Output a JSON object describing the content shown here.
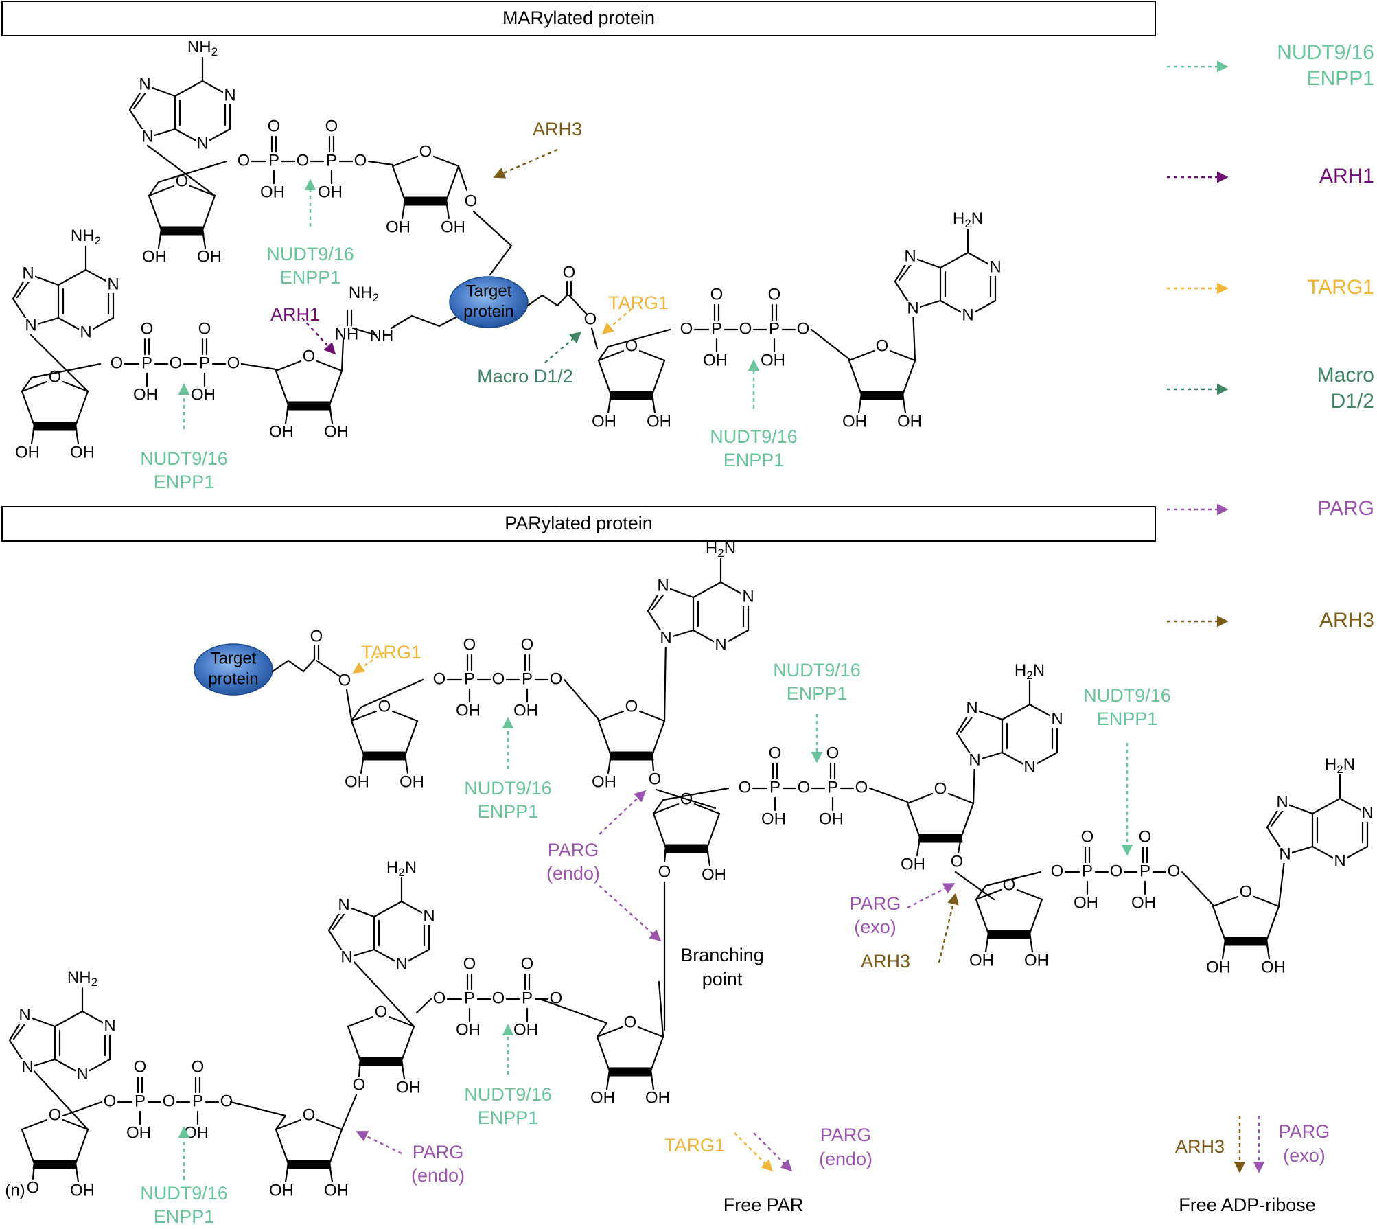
{
  "headers": {
    "mar": "MARylated protein",
    "par": "PARylated protein"
  },
  "colors": {
    "nudt": "#6ac49a",
    "arh1": "#6d0f73",
    "targ1": "#f0b53a",
    "macro": "#3f8563",
    "parg": "#9b54ad",
    "arh3": "#7a5a14",
    "protein": "#3f74c2"
  },
  "protein_label": [
    "Target",
    "protein"
  ],
  "enzymes": {
    "nudt": [
      "NUDT9/16",
      "ENPP1"
    ],
    "arh1": "ARH1",
    "arh3": "ARH3",
    "targ1": "TARG1",
    "macro": "Macro D1/2",
    "parg_endo": [
      "PARG",
      "(endo)"
    ],
    "parg_exo": [
      "PARG",
      "(exo)"
    ]
  },
  "legend": [
    {
      "key": "nudt",
      "lines": [
        "NUDT9/16",
        "ENPP1"
      ]
    },
    {
      "key": "arh1",
      "lines": [
        "ARH1"
      ]
    },
    {
      "key": "targ1",
      "lines": [
        "TARG1"
      ]
    },
    {
      "key": "macro",
      "lines": [
        "Macro",
        "D1/2"
      ]
    },
    {
      "key": "parg",
      "lines": [
        "PARG"
      ]
    },
    {
      "key": "arh3",
      "lines": [
        "ARH3"
      ]
    }
  ],
  "annotations": {
    "branching": [
      "Branching",
      "point"
    ],
    "n_repeat": "(n)"
  },
  "products": {
    "free_par": "Free PAR",
    "free_adpr": "Free ADP-ribose",
    "targ1": "TARG1",
    "parg_endo": [
      "PARG",
      "(endo)"
    ],
    "arh3": "ARH3",
    "parg_exo": [
      "PARG",
      "(exo)"
    ]
  },
  "atoms": {
    "N": "N",
    "O": "O",
    "P": "P",
    "OH": "OH",
    "NH": "NH",
    "H": "H",
    "NH2_left": "NH2",
    "NH2_right": "H2N",
    "NH2_sub": "2",
    "NH2_main": "NH",
    "H2N_pre": "H",
    "H2N_post": "N"
  }
}
